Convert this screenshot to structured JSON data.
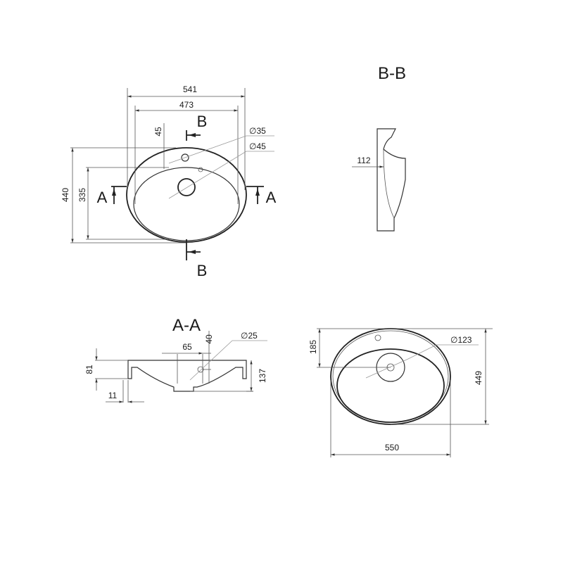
{
  "top_view": {
    "dims": {
      "width_outer": "541",
      "width_inner": "473",
      "height_outer": "440",
      "height_inner": "335",
      "tap_offset": "45",
      "tap_hole": "∅35",
      "drain_hole": "∅45"
    },
    "section_labels": {
      "b_top": "B",
      "b_bottom": "B",
      "a_left": "A",
      "a_right": "A"
    }
  },
  "section_bb": {
    "title": "B-B",
    "dims": {
      "depth": "112"
    }
  },
  "section_aa": {
    "title": "A-A",
    "dims": {
      "rim_height": "81",
      "total_height": "137",
      "wall": "11",
      "drain_offset": "65",
      "drain_depth": "40",
      "drain_hole": "∅25"
    }
  },
  "bottom_view": {
    "dims": {
      "drain_offset": "185",
      "height": "449",
      "width": "550",
      "drain_diameter": "∅123"
    }
  }
}
